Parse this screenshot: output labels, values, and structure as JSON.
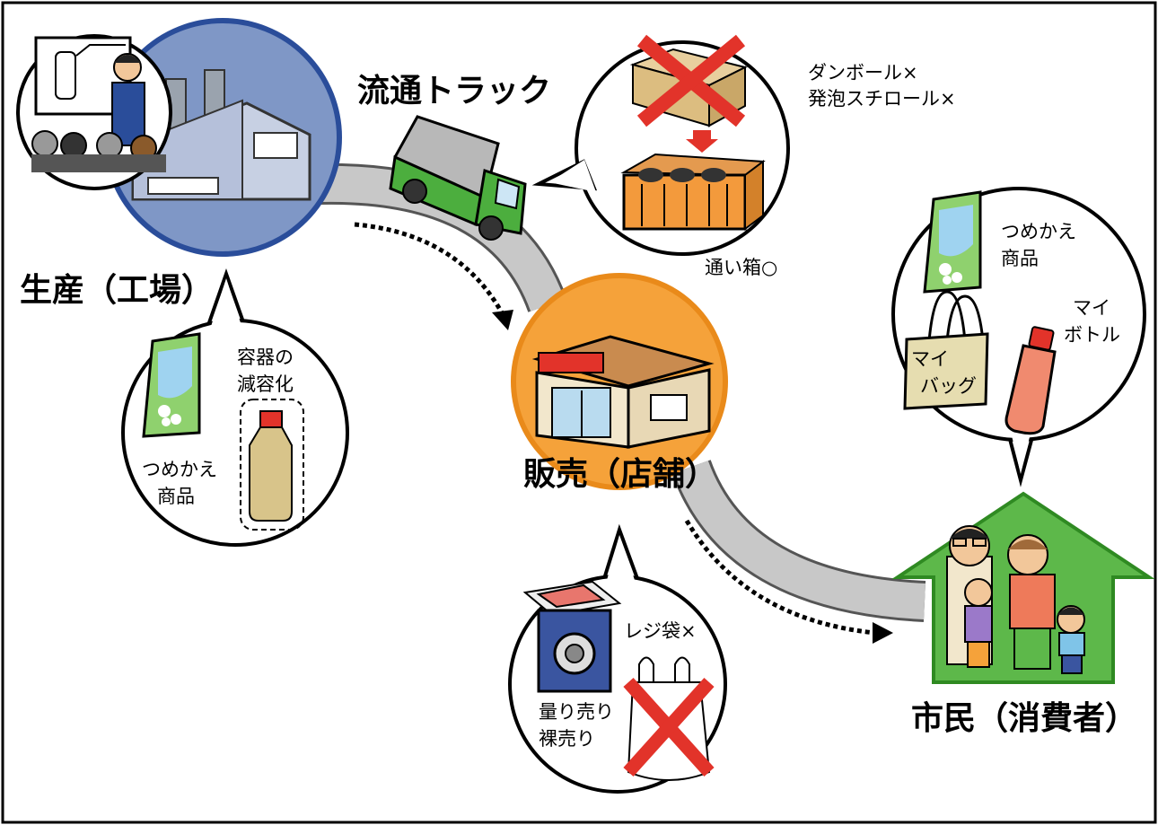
{
  "nodes": {
    "production": {
      "label": "生産（工場）"
    },
    "truck": {
      "label": "流通トラック"
    },
    "store": {
      "label": "販売（店舗）"
    },
    "citizen": {
      "label": "市民（消費者）"
    }
  },
  "bubbles": {
    "production": {
      "container_reduction": [
        "容器の",
        "減容化"
      ],
      "refill": [
        "つめかえ",
        "商品"
      ]
    },
    "truck": {
      "cardboard": "ダンボール×",
      "styrofoam": "発泡スチロール×",
      "returnable_box": "通い箱○"
    },
    "store": {
      "plastic_bag": "レジ袋×",
      "bulk_sale": [
        "量り売り",
        "裸売り"
      ]
    },
    "citizen": {
      "refill": [
        "つめかえ",
        "商品"
      ],
      "my_bottle": [
        "マイ",
        "ボトル"
      ],
      "my_bag": [
        "マイ",
        "バッグ"
      ]
    }
  },
  "colors": {
    "factory_circle": "#7f97c6",
    "factory_ring": "#2a4d9a",
    "store_circle": "#f5a23a",
    "store_ring": "#e98a1a",
    "house": "#5db84a",
    "road": "#c8c8c8",
    "cross": "#e2332a"
  }
}
